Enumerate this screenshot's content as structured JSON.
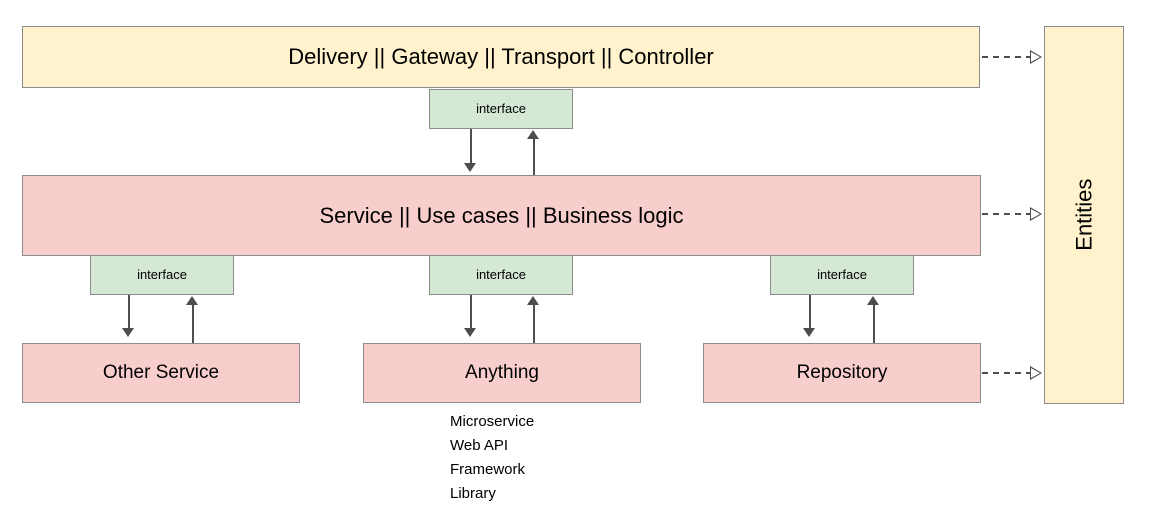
{
  "diagram": {
    "title_layer": {
      "label": "Delivery || Gateway || Transport || Controller"
    },
    "service_layer": {
      "label": "Service || Use cases || Business logic"
    },
    "entities_column": {
      "label": "Entities"
    },
    "interfaces": [
      {
        "id": "interface-top",
        "label": "interface"
      },
      {
        "id": "interface-left",
        "label": "interface"
      },
      {
        "id": "interface-middle",
        "label": "interface"
      },
      {
        "id": "interface-right",
        "label": "interface"
      }
    ],
    "bottom_boxes": [
      {
        "id": "other-service",
        "label": "Other Service"
      },
      {
        "id": "anything",
        "label": "Anything"
      },
      {
        "id": "repository",
        "label": "Repository"
      }
    ],
    "anything_notes": [
      "Microservice",
      "Web API",
      "Framework",
      "Library"
    ],
    "colors": {
      "yellow_fill": "#fff2cc",
      "pink_fill": "#f8cecc",
      "green_fill": "#d5e8d4",
      "stroke": "#8c8c8c",
      "connector": "#4d4d4d",
      "background": "#ffffff"
    }
  }
}
